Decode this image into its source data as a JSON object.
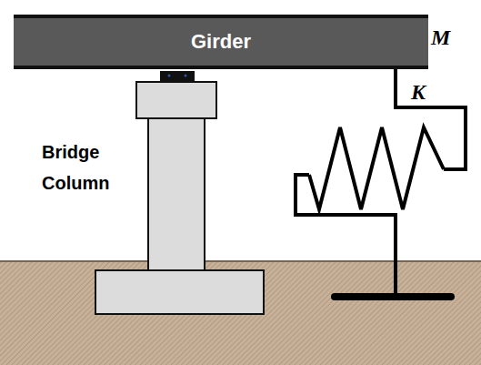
{
  "diagram": {
    "nodes": [
      {
        "text": [
          "Girder"
        ]
      }
    ],
    "labels": [
      "Bridge Column",
      "M",
      "K"
    ]
  }
}
